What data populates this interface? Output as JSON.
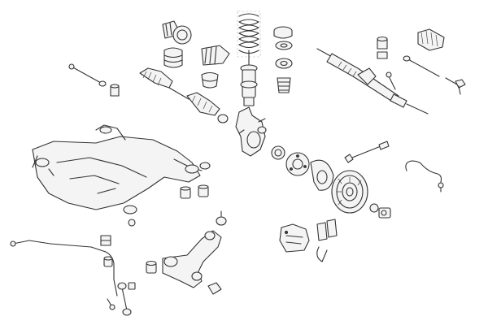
{
  "diagram": {
    "background": "#ffffff",
    "stroke_color": "#333333",
    "parts": [
      {
        "id": "cv-boot-top-1",
        "icon": "cv-joint-boot"
      },
      {
        "id": "cv-boot-top-2",
        "icon": "cv-joint-boot"
      },
      {
        "id": "cv-boot-mid-1",
        "icon": "cv-joint-boot"
      },
      {
        "id": "cv-boot-mid-2",
        "icon": "cv-joint-boot"
      },
      {
        "id": "coil-spring",
        "icon": "coil-spring"
      },
      {
        "id": "strut-mount-top",
        "icon": "strut-mount"
      },
      {
        "id": "bump-stop",
        "icon": "bump-stop"
      },
      {
        "id": "shock-absorber",
        "icon": "shock-absorber"
      },
      {
        "id": "inner-tie-rod-left",
        "icon": "tie-rod"
      },
      {
        "id": "rubber-bushing-left",
        "icon": "bushing"
      },
      {
        "id": "drive-shaft",
        "icon": "drive-shaft"
      },
      {
        "id": "steering-knuckle",
        "icon": "steering-knuckle"
      },
      {
        "id": "steering-rack",
        "icon": "steering-rack"
      },
      {
        "id": "rack-bushing",
        "icon": "bushing"
      },
      {
        "id": "steering-boot",
        "icon": "bellows"
      },
      {
        "id": "inner-tie-rod-right",
        "icon": "tie-rod"
      },
      {
        "id": "tie-rod-end",
        "icon": "tie-rod-end"
      },
      {
        "id": "front-subframe",
        "icon": "subframe"
      },
      {
        "id": "wheel-bearing",
        "icon": "bearing"
      },
      {
        "id": "wheel-hub",
        "icon": "wheel-hub"
      },
      {
        "id": "brake-shield",
        "icon": "dust-shield"
      },
      {
        "id": "brake-disc",
        "icon": "brake-disc"
      },
      {
        "id": "abs-sensor",
        "icon": "sensor"
      },
      {
        "id": "brake-hose",
        "icon": "brake-hose"
      },
      {
        "id": "subframe-mounts",
        "icon": "bushing"
      },
      {
        "id": "anti-roll-bar",
        "icon": "stabilizer-bar"
      },
      {
        "id": "stabilizer-bushings",
        "icon": "bushing"
      },
      {
        "id": "stabilizer-link",
        "icon": "link-rod"
      },
      {
        "id": "control-arm",
        "icon": "control-arm"
      },
      {
        "id": "ball-joint",
        "icon": "ball-joint"
      },
      {
        "id": "brake-caliper",
        "icon": "brake-caliper"
      },
      {
        "id": "brake-pads",
        "icon": "brake-pads"
      },
      {
        "id": "wheel-bolt",
        "icon": "bolt"
      }
    ]
  }
}
